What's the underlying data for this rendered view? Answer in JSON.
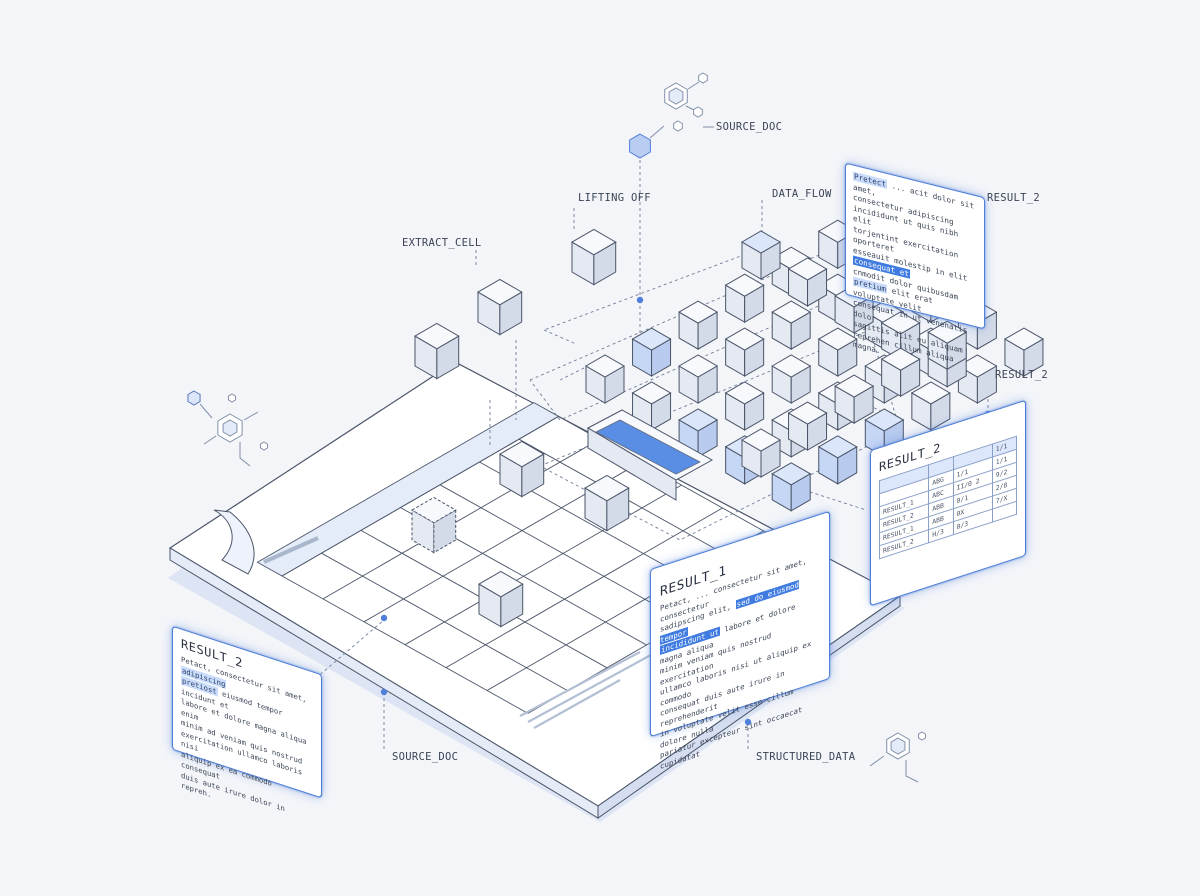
{
  "labels": {
    "source_doc_top": "SOURCE_DOC",
    "lifting_off": "LIFTING OFF",
    "extract_cell": "EXTRACT_CELL",
    "data_flow": "DATA_FLOW",
    "result2_top": "RESULT_2",
    "result2_mid": "RESULT_2",
    "source_doc_bottom": "SOURCE_DOC",
    "structured_data": "STRUCTURED_DATA"
  },
  "cards": {
    "top_right": {
      "highlight_start": "Pretect",
      "line1_rest": "... acit dolor sit amet,",
      "lines": [
        "consectetur adipiscing",
        "incididunt ut quis nibh elit",
        "torjentint exercitation oporteret",
        "esseauit molestip in elit"
      ],
      "highlight_mid": "consequat et",
      "lines2": [
        "cnmodit dolor quibusdam"
      ],
      "highlight_end": "pretium",
      "lines3": [
        "elit erat voluptate velit",
        "consequat in ut venenatis dolor",
        "sagittis alit eu aliquam",
        "reprehen cillum aliqua magna."
      ]
    },
    "table_card": {
      "title": "RESULT_2",
      "header": [
        "",
        "",
        "",
        "1/1"
      ],
      "rows": [
        [
          "",
          "ABG",
          "1/1",
          "1/1"
        ],
        [
          "RESULT_1",
          "ABC",
          "II/0 2",
          "9/2"
        ],
        [
          "RESULT_2",
          "ABB",
          "0/1",
          "2/8"
        ],
        [
          "RESULT_1",
          "ABB",
          "0X",
          "7/X"
        ],
        [
          "RESULT_2",
          "H/3",
          "0/3",
          ""
        ]
      ]
    },
    "result1": {
      "title": "RESULT_1",
      "line1": "Petact, ... consectetur sit amet, consectetur",
      "line2a": "sadipscing elit,",
      "line2hl": "sed do eiusmod tempor",
      "line3hl": "incididunt ut",
      "line3b": "labore et dolore magna aliqua",
      "lines": [
        "minim veniam quis nostrud exercitation",
        "ullamco laboris nisi ut aliquip ex commodo",
        "consequat duis aute irure in reprehenderit",
        "in voluptate velit esse cillum dolore nulla",
        "pariatur excepteur sint occaecat cupidatat"
      ]
    },
    "result2_bottom_left": {
      "title": "RESULT_2",
      "line1a": "Petact, consectetur sit amet,",
      "line1hl": "adipiscing",
      "line2hl": "pretiost",
      "line2b": "eiusmod tempor incidunt et",
      "lines": [
        "labore et dolore magna aliqua enim",
        "minim ad veniam quis nostrud",
        "exercitation ullamco laboris nisi",
        "aliquip ex ea commodo consequat",
        "duis aute irure dolor in repreh."
      ]
    }
  },
  "colors": {
    "accent": "#4f7fd8",
    "accent_fill": "#3f7be0",
    "light_blue": "#dbe6fb",
    "line": "#4a5568",
    "background": "#f3f5f9"
  }
}
